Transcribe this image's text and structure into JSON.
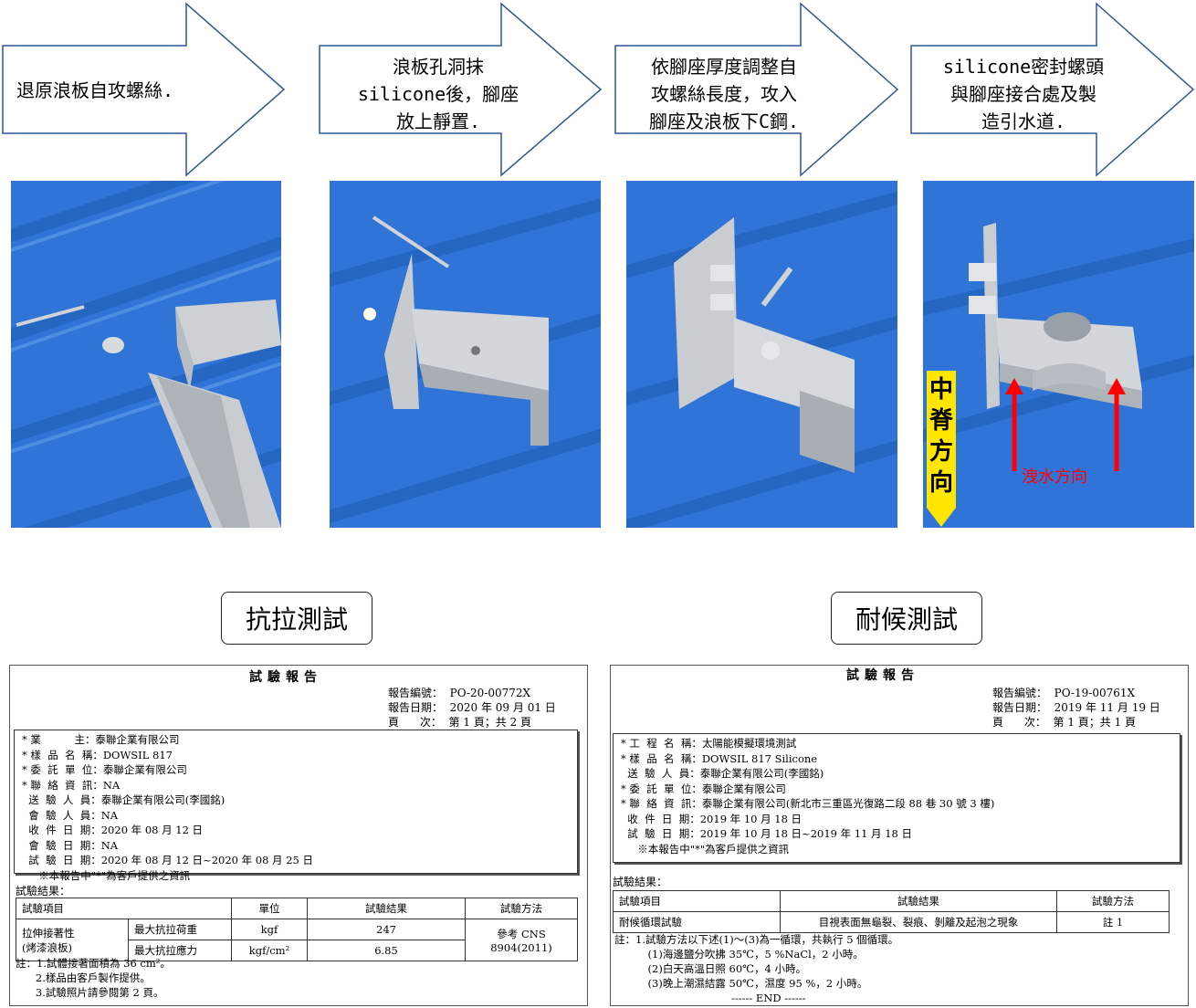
{
  "steps": [
    {
      "text": "退原浪板自攻螺絲."
    },
    {
      "text": "浪板孔洞抹\nsilicone後，腳座\n放上靜置."
    },
    {
      "text": "依腳座厚度調整自\n攻螺絲長度，攻入\n腳座及浪板下C鋼."
    },
    {
      "text": "silicone密封螺頭\n與腳座接合處及製\n造引水道."
    }
  ],
  "photo4": {
    "ridge_label": [
      "中",
      "脊",
      "方",
      "向"
    ],
    "drain_label": "洩水方向"
  },
  "colors": {
    "roof_blue": "#2a6fd0",
    "ridge_yellow": "#ffe600",
    "drain_red": "#ff0000"
  },
  "labels": {
    "tensile": "抗拉測試",
    "weather": "耐候測試"
  },
  "report1": {
    "title": "試驗報告",
    "meta": [
      "報告編號：  PO-20-00772X",
      "報告日期：  2020 年 09 月 01 日",
      "頁      次：  第 1 頁；共 2 頁"
    ],
    "info": [
      "* 業          主：泰聯企業有限公司",
      "* 樣  品  名  稱：DOWSIL 817",
      "* 委  託  單  位：泰聯企業有限公司",
      "* 聯  絡  資  訊：NA",
      "  送  驗  人  員：泰聯企業有限公司(李國銘)",
      "  會  驗  人  員：NA",
      "  收  件  日  期：2020 年 08 月 12 日",
      "  會  驗  日  期：NA",
      "  試  驗  日  期：2020 年 08 月 12 日~2020 年 08 月 25 日",
      "     ※本報告中\"*\"為客戶提供之資訊"
    ],
    "results_label": "試驗結果：",
    "headers": [
      "試驗項目",
      "單位",
      "試驗結果",
      "試驗方法"
    ],
    "item": "拉伸接著性\n(烤漆浪板)",
    "rows": [
      {
        "name": "最大抗拉荷重",
        "unit": "kgf",
        "value": "247"
      },
      {
        "name": "最大抗拉應力",
        "unit": "kgf/cm²",
        "value": "6.85"
      }
    ],
    "method": "參考 CNS 8904(2011)",
    "notes": [
      "註：1.試體接著面積為 36 cm²。",
      "      2.樣品由客戶製作提供。",
      "      3.試驗照片請參閱第 2 頁。"
    ]
  },
  "report2": {
    "title": "試驗報告",
    "meta": [
      "報告編號：  PO-19-00761X",
      "報告日期：  2019 年 11 月 19 日",
      "頁      次：  第 1 頁；共 1 頁"
    ],
    "info": [
      "* 工  程  名  稱：太陽能模擬環境測試",
      "* 樣  品  名  稱：DOWSIL 817 Silicone",
      "  送  驗  人  員：泰聯企業有限公司(李國銘)",
      "* 委  託  單  位：泰聯企業有限公司",
      "* 聯  絡  資  訊：泰聯企業有限公司(新北市三重區光復路二段 88 巷 30 號 3 樓)",
      "  收  件  日  期：2019 年 10 月 18 日",
      "  試  驗  日  期：2019 年 10 月 18 日~2019 年 11 月 18 日",
      "     ※本報告中\"*\"為客戶提供之資訊"
    ],
    "results_label": "試驗結果：",
    "headers": [
      "試驗項目",
      "試驗結果",
      "試驗方法"
    ],
    "row": {
      "name": "耐候循環試驗",
      "result": "目視表面無龜裂、裂痕、剝離及起泡之現象",
      "method": "註 1"
    },
    "notes": [
      "註：1.試驗方法以下述(1)～(3)為一循環，共執行 5 個循環。",
      "          (1)海邊鹽分吹拂 35℃，5 %NaCl，2 小時。",
      "          (2)白天高溫日照 60℃，4 小時。",
      "          (3)晚上潮濕結露 50℃，濕度 95 %，2 小時。",
      "                                   ------ END ------"
    ]
  }
}
